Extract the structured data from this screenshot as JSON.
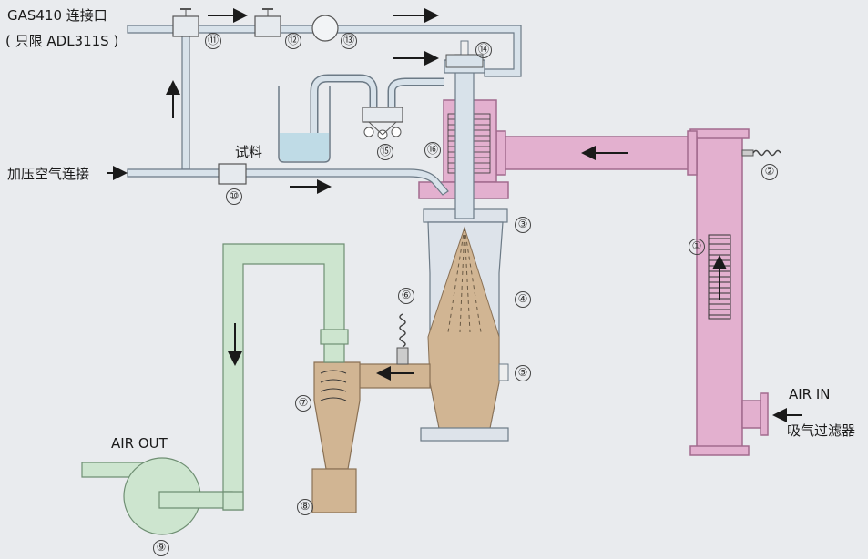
{
  "labels": {
    "gas_port_line1": "GAS410 连接口",
    "gas_port_line2": "( 只限 ADL311S )",
    "pressurized_air": "加压空气连接",
    "sample": "试料",
    "air_in": "AIR  IN",
    "intake_filter": "吸气过滤器",
    "air_out": "AIR  OUT"
  },
  "numbers": [
    "①",
    "②",
    "③",
    "④",
    "⑤",
    "⑥",
    "⑦",
    "⑧",
    "⑨",
    "⑩",
    "⑪",
    "⑫",
    "⑬",
    "⑭",
    "⑮",
    "⑯"
  ],
  "colors": {
    "background": "#e9ebee",
    "pipe_fill": "#d8e2ea",
    "pipe_stroke": "#6c7a86",
    "heater_pink": "#e3b0cf",
    "heater_stroke": "#a26b8d",
    "chamber_tan": "#d1b593",
    "chamber_stroke": "#8a7155",
    "exhaust_green": "#cde5cf",
    "exhaust_stroke": "#6f8f73"
  }
}
